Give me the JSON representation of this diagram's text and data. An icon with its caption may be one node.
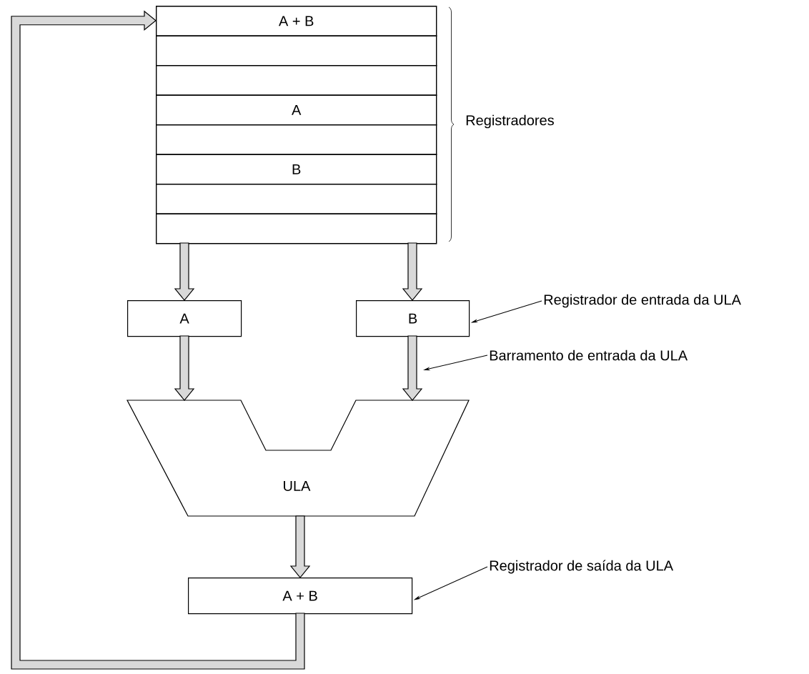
{
  "diagram": {
    "nodes": [
      {
        "text": [
          "A + B"
        ]
      },
      {
        "text": [],
        "shape": "box"
      },
      {
        "text": [],
        "shape": "box"
      },
      {
        "text": [
          "A"
        ]
      },
      {
        "text": [],
        "shape": "box"
      },
      {
        "text": [
          "B"
        ]
      },
      {
        "text": [],
        "shape": "box"
      },
      {
        "text": [],
        "shape": "box"
      },
      {
        "text": [
          "A"
        ]
      },
      {
        "text": [
          "B"
        ]
      },
      {
        "text": [
          "ULA"
        ]
      },
      {
        "text": [
          "A + B"
        ]
      },
      {
        "text": [
          "Registrador de entrada da ULA"
        ]
      },
      {
        "text": [
          "Barramento de entrada da ULA"
        ]
      },
      {
        "text": [
          "Registrador de saída da ULA"
        ]
      }
    ],
    "edges": [
      {
        "from": 7,
        "to": 8,
        "arrow": "to",
        "style": "thick"
      },
      {
        "from": 7,
        "to": 9,
        "arrow": "to",
        "style": "thick"
      },
      {
        "from": 8,
        "to": 10,
        "arrow": "to",
        "style": "thick"
      },
      {
        "from": 9,
        "to": 10,
        "arrow": "to",
        "style": "thick"
      },
      {
        "from": 10,
        "to": 11,
        "arrow": "to",
        "style": "thick"
      },
      {
        "from": 11,
        "to": 0,
        "arrow": "to",
        "style": "thick"
      },
      {
        "from": 12,
        "to": 9,
        "arrow": "to"
      },
      {
        "from": 13,
        "to": null,
        "arrow": "to"
      },
      {
        "from": 14,
        "to": 11,
        "arrow": "to"
      }
    ],
    "labels": [
      "Registradores"
    ]
  }
}
